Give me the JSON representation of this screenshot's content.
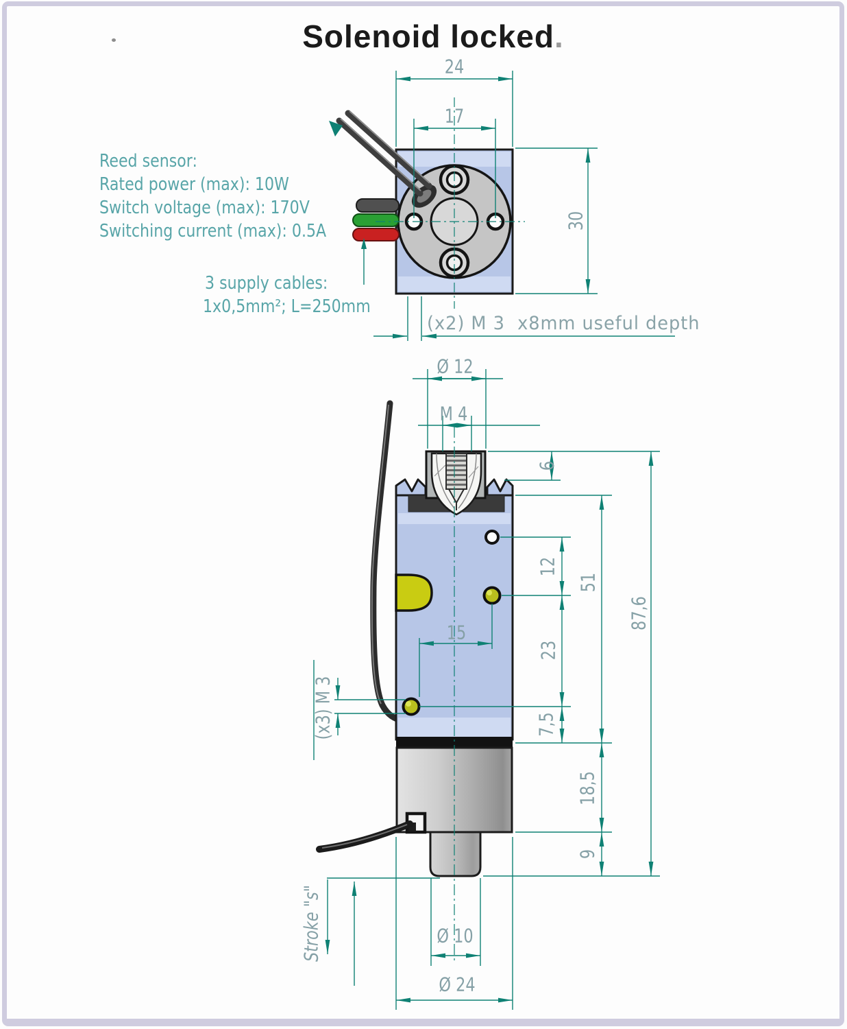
{
  "page": {
    "title": "Solenoid locked",
    "title_dot": "."
  },
  "notes": {
    "reed": [
      "Reed sensor:",
      "Rated power (max): 10W",
      "Switch voltage (max): 170V",
      "Switching current (max): 0.5A"
    ],
    "supply": [
      "3 supply cables:",
      "1x0,5mm²; L=250mm"
    ],
    "thread_top_view": "(x2) M 3  x8mm useful depth",
    "thread_side_view": "(x3) M 3",
    "stroke": "Stroke \"s\""
  },
  "dimensions": {
    "top_view": {
      "width": "24",
      "hole_spacing": "17",
      "height": "30"
    },
    "side_view": {
      "plunger_dia": "Ø 12",
      "thread": "M 4",
      "top_offset": "6",
      "hole1_offset": "12",
      "hole2_offset": "23",
      "body_length": "51",
      "total_length": "87,6",
      "hole_bottom_offset": "7,5",
      "lower_body": "18,5",
      "rod_length": "9",
      "hole_h_spacing": "15",
      "rod_dia": "Ø 10",
      "body_dia": "Ø 24"
    }
  },
  "colors": {
    "dimension_line": "#0f8174",
    "dimension_text": "#85a0a6",
    "note_text": "#58a5a8",
    "body_blue": "#b7c6e7",
    "metal_gray": "#c5c5c5",
    "hole_yellow": "#b9be1e",
    "cable_green": "#2aa034",
    "cable_red": "#c92121",
    "frame_border": "#cfccdf"
  }
}
